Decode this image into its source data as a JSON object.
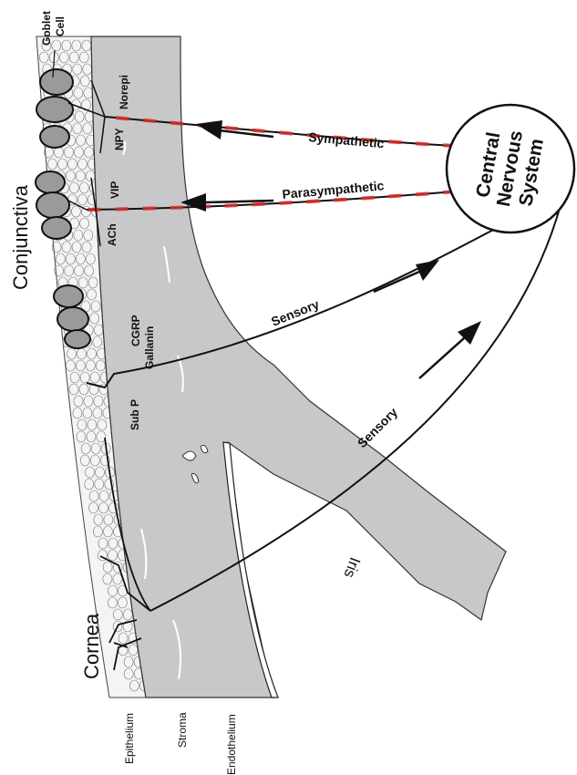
{
  "labels": {
    "goblet_cell_line1": "Goblet",
    "goblet_cell_line2": "Cell",
    "conjunctiva": "Conjunctiva",
    "cornea": "Cornea",
    "norepi": "Norepi",
    "npy": "NPY",
    "vip": "VIP",
    "ach": "ACh",
    "cgrp": "CGRP",
    "gallanin": "Gallanin",
    "sub_p": "Sub P",
    "epithelium": "Epithelium",
    "stroma": "Stroma",
    "endothelium": "Endothelium",
    "iris": "Iris"
  },
  "pathways": {
    "sympathetic": "Sympathetic",
    "parasympathetic": "Parasympathetic",
    "sensory_conjunctiva": "Sensory",
    "sensory_cornea": "Sensory"
  },
  "cns": {
    "line1": "Central",
    "line2": "Nervous",
    "line3": "System"
  },
  "colors": {
    "tissue": "#c8c8ca",
    "autonomic_dash": "#d9302c",
    "line": "#111111"
  }
}
